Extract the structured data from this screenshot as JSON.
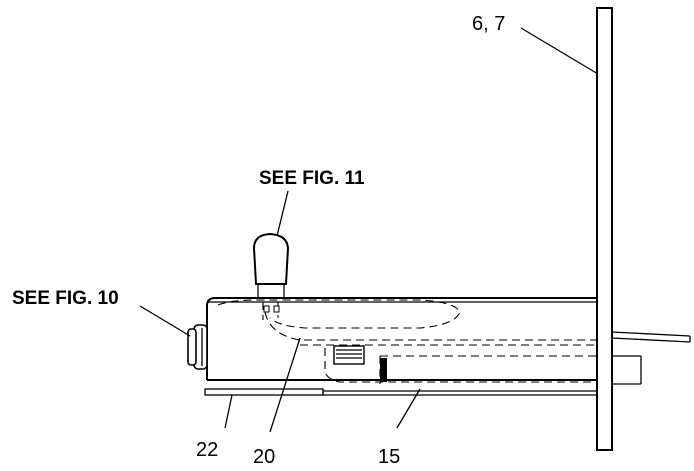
{
  "callouts": {
    "fig11": "SEE FIG. 11",
    "fig10": "SEE FIG. 10",
    "part_6_7": "6, 7",
    "part_22": "22",
    "part_20": "20",
    "part_15": "15"
  }
}
